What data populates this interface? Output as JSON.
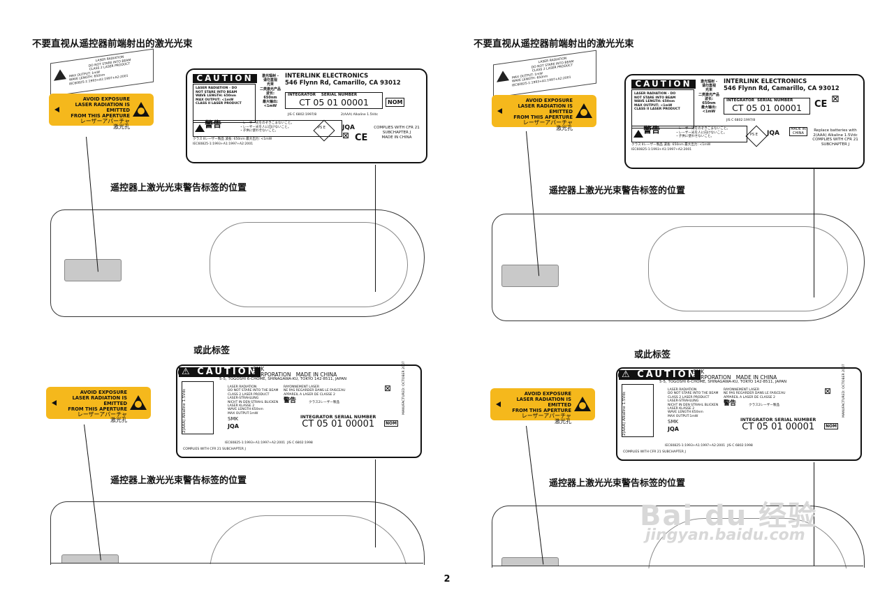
{
  "heading": "不要直视从遥控器前端射出的激光光束",
  "mini_label": [
    "LASER RADIATION",
    "DO NOT STARE INTO BEAM",
    "CLASS 2 LASER PRODUCT",
    "MAX OUTPUT: 1mW",
    "WAVE LENGTH: 650nm",
    "IEC60825-1:1993+A1:1997+A2:2001"
  ],
  "yellow_label": {
    "line1": "AVOID EXPOSURE",
    "line2": "LASER RADIATION IS EMITTED",
    "line3": "FROM THIS APERTURE",
    "line4": "レーザーアパーチャ",
    "line5": "激光孔"
  },
  "caution_label_a": {
    "caution": "CAUTION",
    "warning_lines": [
      "LASER RADIATION - DO",
      "NOT STARE INTO BEAM",
      "WAVE LENGTH: 650nm",
      "MAX OUTPUT: <1mW",
      "CLASS II LASER PRODUCT"
    ],
    "cn_lines": [
      "激光辐射 -",
      "请勿直视",
      "光束",
      "二类激光产品",
      "波长: 650nm",
      "最大输出:",
      "<1mW"
    ],
    "company": "INTERLINK ELECTRONICS",
    "address": "546 Flynn Rd, Camarillo, CA 93012",
    "integrator_label": "INTEGRATOR",
    "serial_label": "SERIAL NUMBER",
    "serial_number": "CT 05 01 00001",
    "jis": "JIS C 6802:1997/8",
    "battery_left": "2(AAA) Alkaline 1.5Vdc",
    "battery_right": "Replace batteries with 2(AAA) Alkaline 1.5Vdc",
    "complies": "COMPLIES WITH CFR 21 SUBCHAPTER J",
    "made_in": "MADE IN CHINA",
    "made_in_box": "MADE IN CHINA",
    "jp_warning": "警告",
    "jp_lines": [
      "・レーザー光をのぞきこまないこと。",
      "・レーザー光を人に向けないこと。",
      "・子供に使わせないこと。"
    ],
    "jp_class": "クラス Ⅱレーザー製品 波長: 650nm 最大出力: <1mW",
    "jqa": "JQA",
    "pse": "PS E",
    "iec": "IEC60825-1:1993+A1:1997+A2:2001",
    "nom": "NOM"
  },
  "caption_position": "遥控器上激光光束警告标签的位置",
  "caption_or": "或此标签",
  "caution_label_b": {
    "caution": "CAUTION",
    "smk_line1": "SMK",
    "smk_line2": "CORPORATION",
    "made_in": "MADE IN CHINA",
    "address": "5-5, TOGOSHI 6-CHOME, SHINAGAWA-KU, TOKYO 142-8511, JAPAN",
    "vertical_battery": "2(AAA) Alkaline 1.5Vdc",
    "en_lines": [
      "LASER RADIATION",
      "DO NOT STARE INTO THE BEAM",
      "CLASS 2 LASER PRODUCT",
      "LASER-STRAHLUNG",
      "NICHT IN DEN STRAHL BLICKEN",
      "LASER KLASSE 2",
      "WAVE LENGTH:650nm",
      "MAX OUTPUT:1mW"
    ],
    "fr_lines": [
      "RAYONNEMENT LASER",
      "NE PAS REGARDER DANS LE FAISCEAU",
      "APPAREIL A LASER DE CLASSE 2"
    ],
    "jp_warning": "警告",
    "jp_class": "クラス2レーザー製品",
    "smk": "SMK",
    "jqa": "JQA",
    "integrator_serial": "INTEGRATOR SERIAL NUMBER",
    "serial_number": "CT 05 01 00001",
    "iec": "IEC60825-1:1993+A1:1997+A2:2001",
    "jis": "JIS C 6802:1998",
    "complies": "COMPLIES WITH CFR 21 SUBCHAPTER J",
    "manufactured": "MANUFACTURED: OCTOBER 2007",
    "nom": "NOM"
  },
  "page_number": "2",
  "watermark": {
    "brand": "Bai du 经验",
    "url": "jingyan.baidu.com"
  }
}
